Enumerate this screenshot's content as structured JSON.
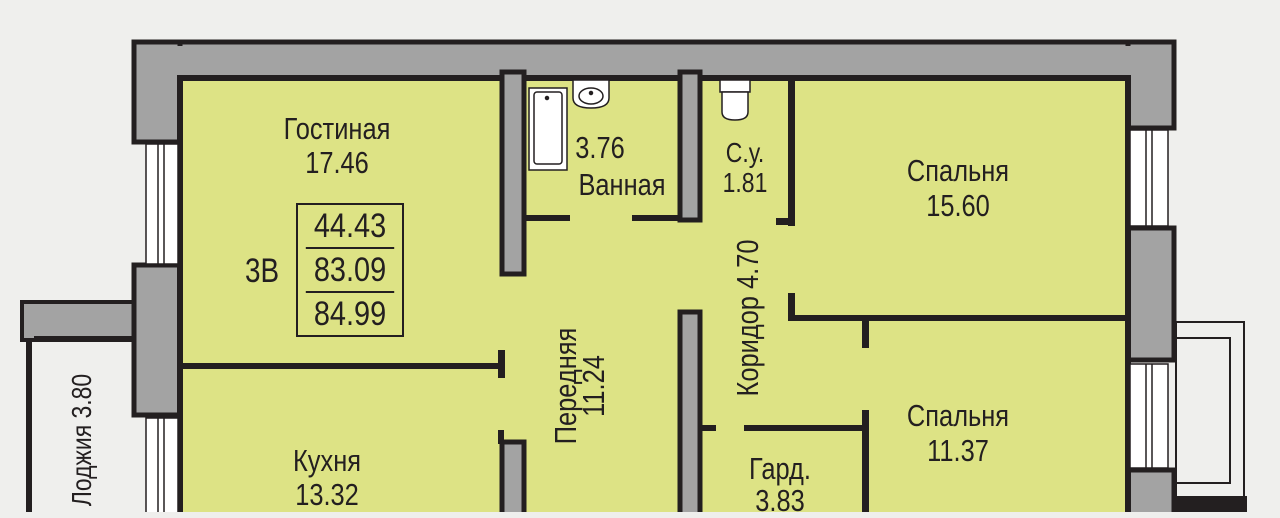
{
  "plan": {
    "apartment_type": "3В",
    "areas": [
      "44.43",
      "83.09",
      "84.99"
    ]
  },
  "rooms": {
    "living": {
      "name": "Гостиная",
      "area": "17.46"
    },
    "bath": {
      "name": "Ванная",
      "area": "3.76"
    },
    "wc": {
      "name": "С.у.",
      "area": "1.81"
    },
    "bedroom1": {
      "name": "Спальня",
      "area": "15.60"
    },
    "corridor": {
      "label": "Коридор 4.70"
    },
    "hall": {
      "name": "Передняя",
      "area": "11.24"
    },
    "kitchen": {
      "name": "Кухня",
      "area": "13.32"
    },
    "wardrobe": {
      "name": "Гард.",
      "area": "3.83"
    },
    "bedroom2": {
      "name": "Спальня",
      "area": "11.37"
    },
    "loggia": {
      "label": "Лоджия 3.80"
    }
  },
  "colors": {
    "floor": "#dde385",
    "wall": "#a3a3a3",
    "outline": "#231f20",
    "background": "#efefed"
  }
}
